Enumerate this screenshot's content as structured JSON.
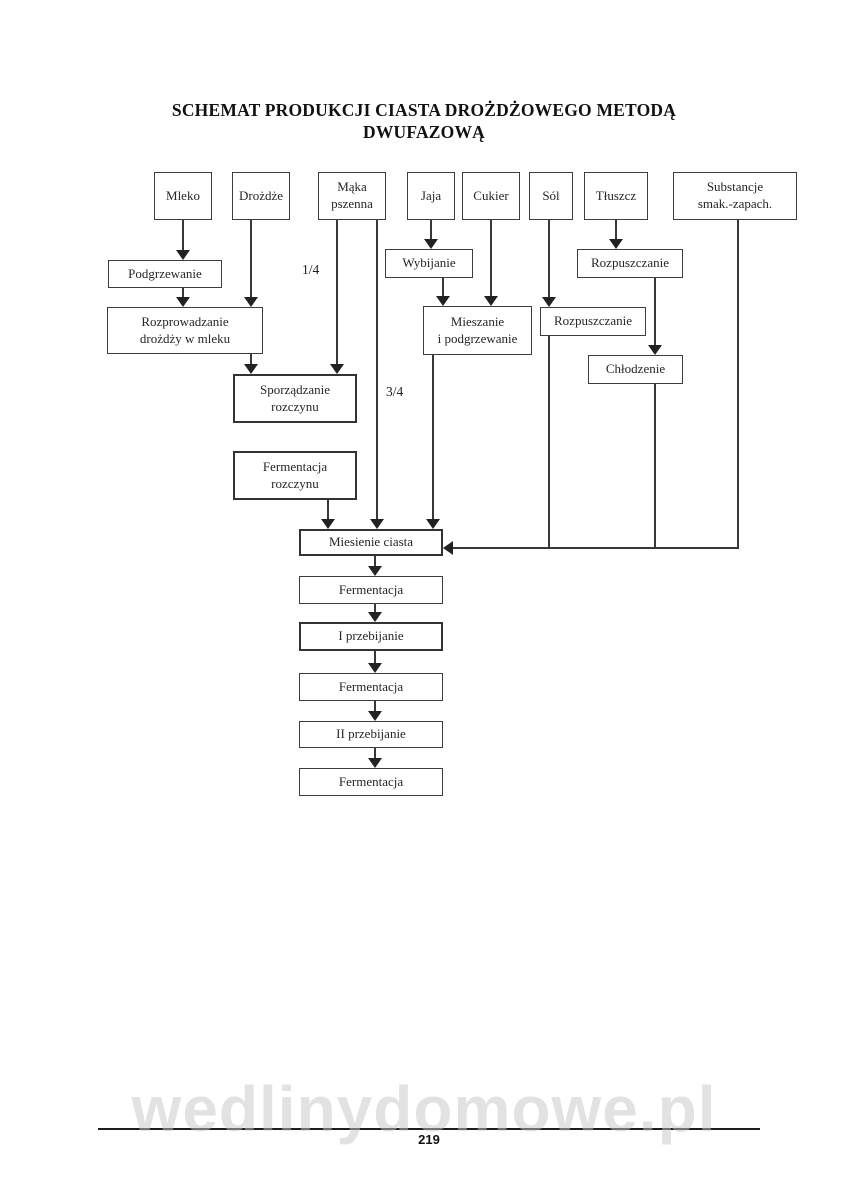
{
  "page": {
    "title": "SCHEMAT PRODUKCJI CIASTA DROŻDŻOWEGO METODĄ\nDWUFAZOWĄ",
    "page_number": "219",
    "watermark": "wedlinydomowe.pl"
  },
  "diagram": {
    "ingredients": {
      "mleko": "Mleko",
      "drozdze": "Drożdże",
      "maka": "Mąka\npszenna",
      "jaja": "Jaja",
      "cukier": "Cukier",
      "sol": "Sól",
      "tluszcz": "Tłuszcz",
      "substancje": "Substancje\nsmak.-zapach."
    },
    "operations": {
      "podgrzewanie": "Podgrzewanie",
      "rozprowadzanie": "Rozprowadzanie\ndrożdży w mleku",
      "wybijanie": "Wybijanie",
      "mieszanie": "Mieszanie\ni podgrzewanie",
      "rozpuszczanie_sol": "Rozpuszczanie",
      "rozpuszczanie_tluszcz": "Rozpuszczanie",
      "chlodzenie": "Chłodzenie",
      "sporzadzanie": "Sporządzanie\nrozczynu",
      "fermentacja_rozczynu": "Fermentacja\nrozczynu"
    },
    "chain": {
      "miesienie": "Miesienie ciasta",
      "fermentacja1": "Fermentacja",
      "przebijanie1": "I przebijanie",
      "fermentacja2": "Fermentacja",
      "przebijanie2": "II przebijanie",
      "fermentacja3": "Fermentacja"
    },
    "fractions": {
      "quarter": "1/4",
      "three_quarters": "3/4"
    }
  },
  "colors": {
    "line": "#383838",
    "box_border": "#3d3d3d",
    "text": "#262626",
    "watermark": "#c7c7c7"
  }
}
